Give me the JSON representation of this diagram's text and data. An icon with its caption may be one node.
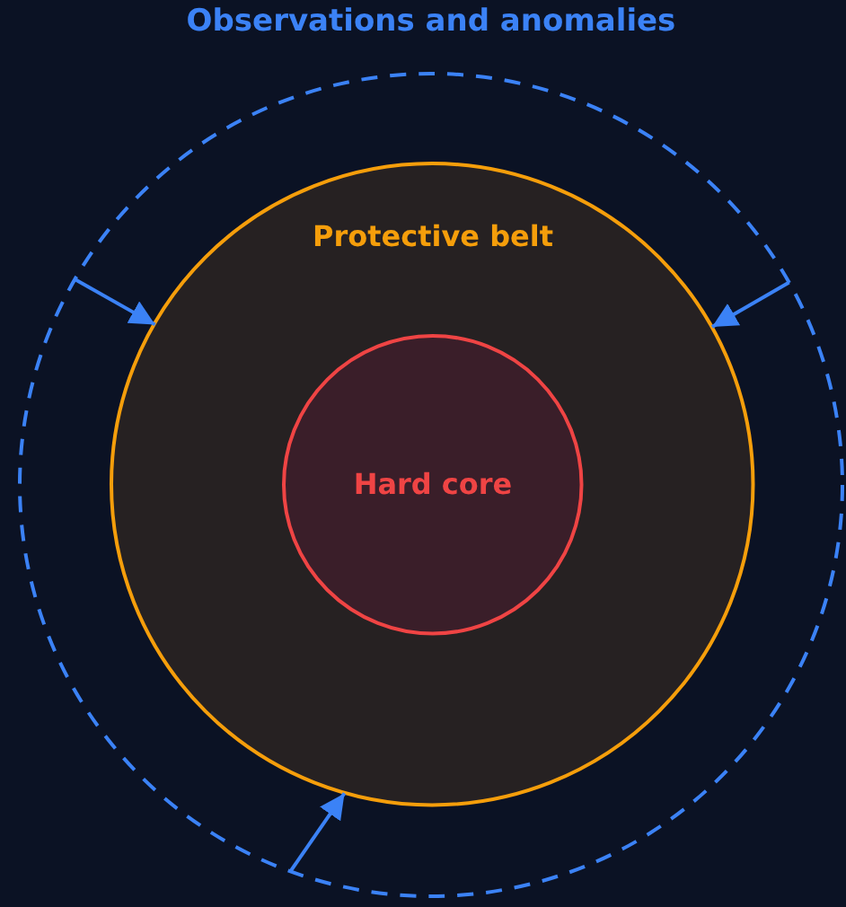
{
  "diagram": {
    "nodes": [
      {
        "text": [
          "Observations and anomalies"
        ]
      },
      {
        "text": [
          "Protective belt"
        ],
        "in": 0
      },
      {
        "text": [
          "Hard core"
        ],
        "in": 1
      }
    ],
    "edges": [
      {
        "from": 0,
        "to": 1,
        "arrow": "to"
      },
      {
        "from": 0,
        "to": 1,
        "arrow": "to"
      },
      {
        "from": 0,
        "to": 1,
        "arrow": "to"
      }
    ]
  }
}
